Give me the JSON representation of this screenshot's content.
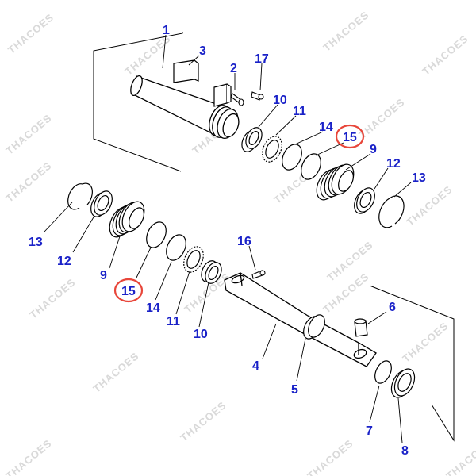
{
  "diagram": {
    "watermark_text": "THACOES",
    "callouts": {
      "c1": "1",
      "c3": "3",
      "c2": "2",
      "c17": "17",
      "c10a": "10",
      "c11a": "11",
      "c14a": "14",
      "c15a": "15",
      "c9a": "9",
      "c12a": "12",
      "c13a": "13",
      "c13b": "13",
      "c12b": "12",
      "c9b": "9",
      "c15b": "15",
      "c14b": "14",
      "c11b": "11",
      "c10b": "10",
      "c16": "16",
      "c6": "6",
      "c4": "4",
      "c5": "5",
      "c7": "7",
      "c8": "8"
    },
    "highlighted_parts": [
      "15"
    ],
    "colors": {
      "callout": "#1a22c8",
      "highlight_ring": "#e8463a",
      "line_art": "#000000",
      "watermark": "#d9d9d9"
    }
  }
}
